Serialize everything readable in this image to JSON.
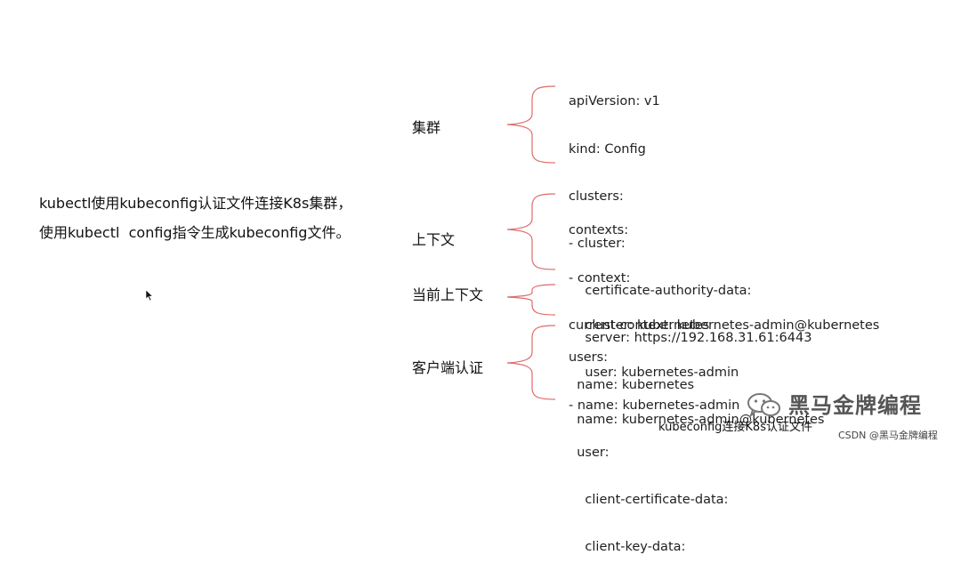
{
  "intro": {
    "line1": "kubectl使用kubeconfig认证文件连接K8s集群，",
    "line2": "使用kubectl  config指令生成kubeconfig文件。"
  },
  "sections": [
    {
      "label": "集群",
      "lines": [
        "apiVersion: v1",
        "kind: Config",
        "clusters:",
        "- cluster:",
        "    certificate-authority-data:",
        "    server: https://192.168.31.61:6443",
        "  name: kubernetes"
      ]
    },
    {
      "label": "上下文",
      "lines": [
        "contexts:",
        "- context:",
        "    cluster: kubernetes",
        "    user: kubernetes-admin",
        "  name: kubernetes-admin@kubernetes"
      ]
    },
    {
      "label": "当前上下文",
      "lines": [
        "current-context: kubernetes-admin@kubernetes"
      ]
    },
    {
      "label": "客户端认证",
      "lines": [
        "users:",
        "- name: kubernetes-admin",
        "  user:",
        "    client-certificate-data:",
        "    client-key-data:"
      ]
    }
  ],
  "caption": "kubeconfig连接K8s认证文件",
  "watermark": {
    "brand": "黑马金牌编程",
    "csdn": "CSDN @黑马金牌编程"
  },
  "colors": {
    "brace": "#e06a6a"
  }
}
